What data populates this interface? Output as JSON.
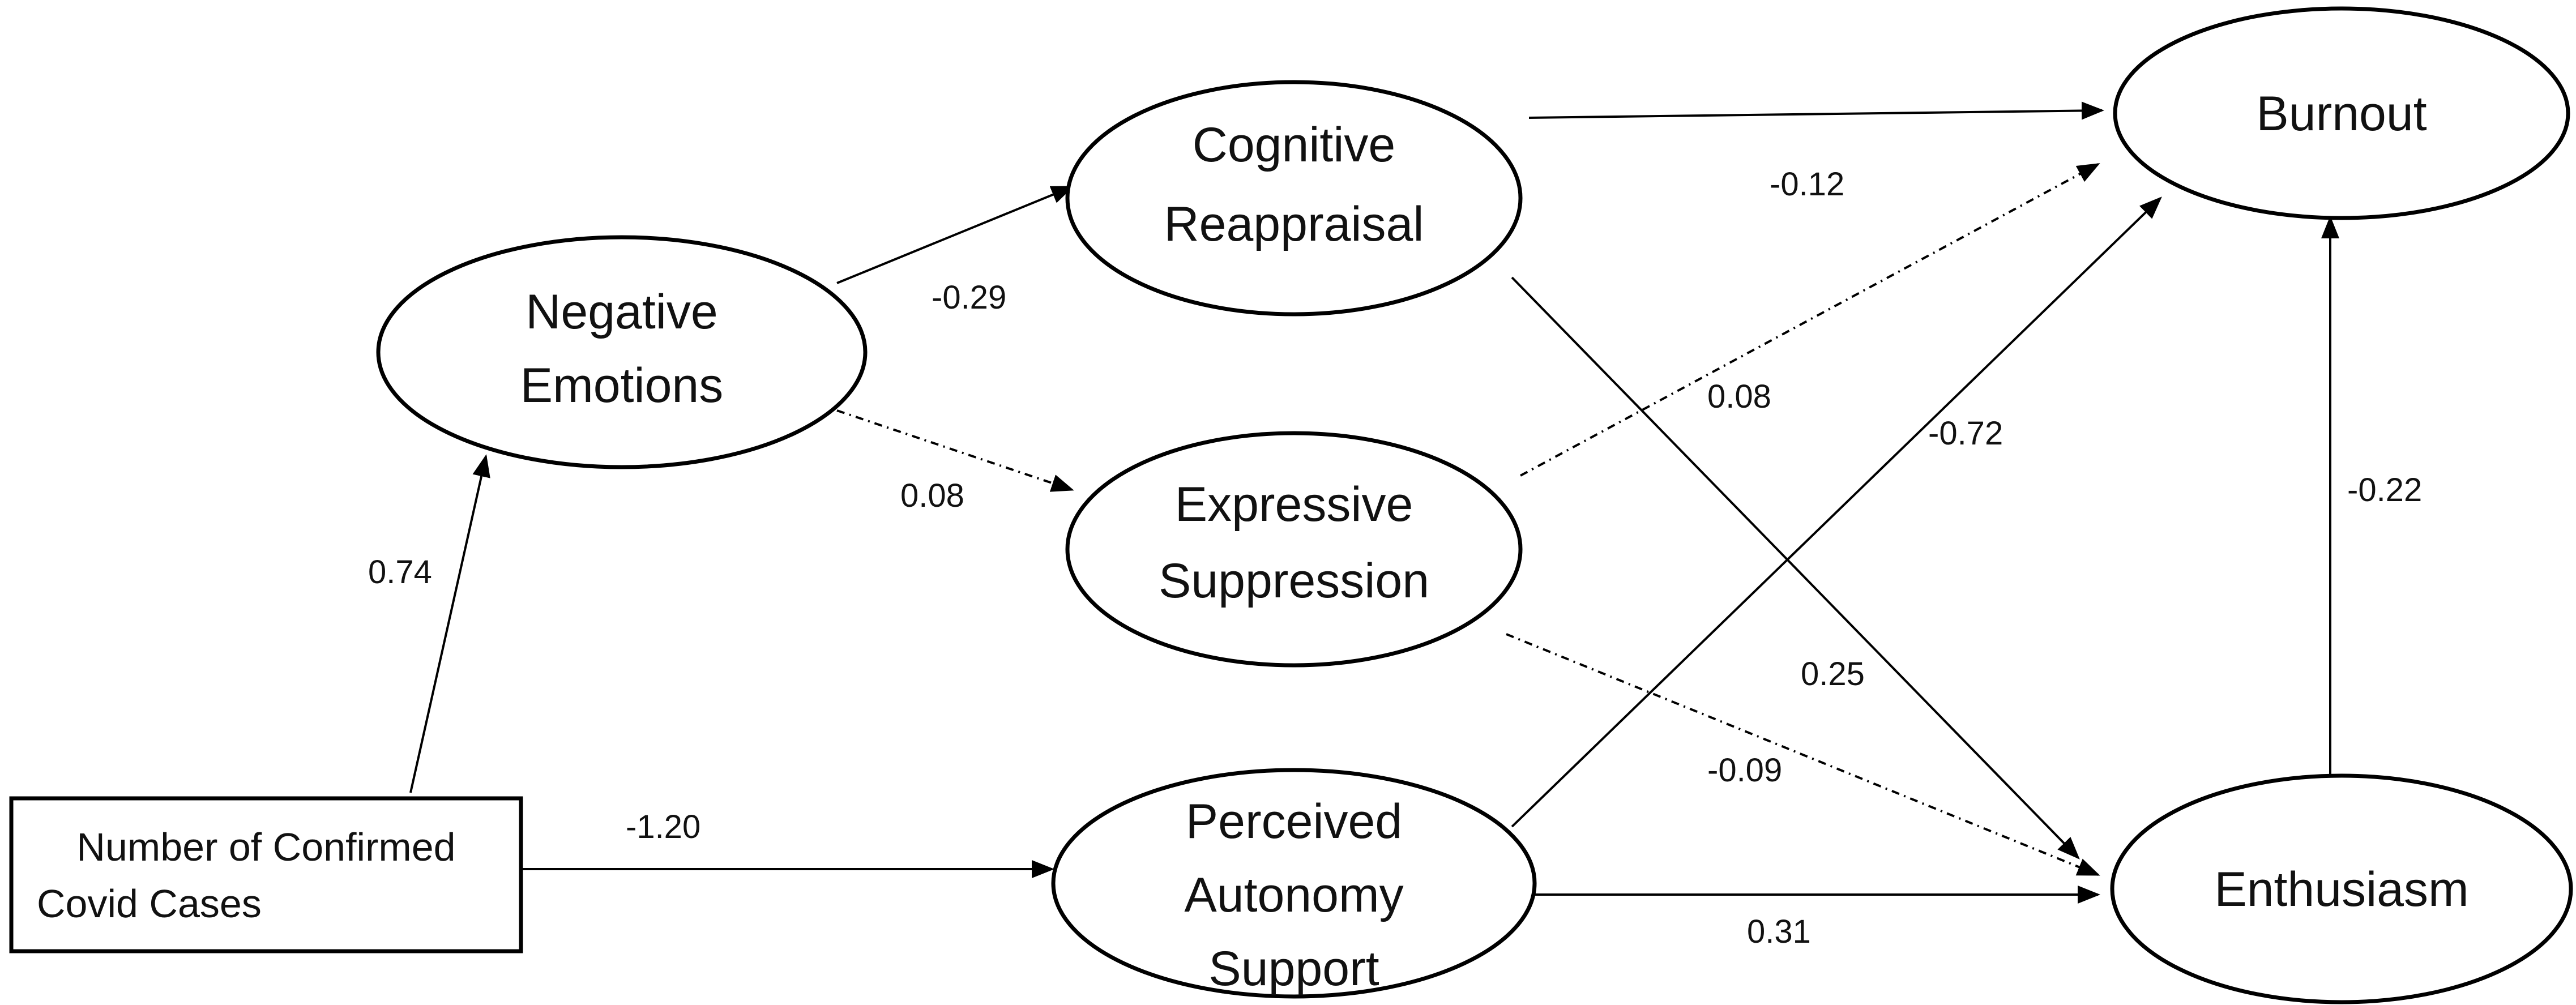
{
  "nodes": {
    "covid_cases": {
      "lines": [
        "Number of Confirmed",
        "Covid Cases"
      ]
    },
    "negative_emotions": {
      "lines": [
        "Negative",
        "Emotions"
      ]
    },
    "cognitive_reappraisal": {
      "lines": [
        "Cognitive",
        "Reappraisal"
      ]
    },
    "expressive_suppression": {
      "lines": [
        "Expressive",
        "Suppression"
      ]
    },
    "perceived_autonomy_support": {
      "lines": [
        "Perceived",
        "Autonomy",
        "Support"
      ]
    },
    "burnout": {
      "lines": [
        "Burnout"
      ]
    },
    "enthusiasm": {
      "lines": [
        "Enthusiasm"
      ]
    }
  },
  "paths": [
    {
      "id": "covid_to_negative",
      "from": "Number of Confirmed Covid Cases",
      "to": "Negative Emotions",
      "coefficient": "0.74",
      "style": "solid"
    },
    {
      "id": "covid_to_autonomy",
      "from": "Number of Confirmed Covid Cases",
      "to": "Perceived Autonomy Support",
      "coefficient": "-1.20",
      "style": "solid"
    },
    {
      "id": "negative_to_reappraisal",
      "from": "Negative Emotions",
      "to": "Cognitive Reappraisal",
      "coefficient": "-0.29",
      "style": "solid"
    },
    {
      "id": "negative_to_suppression",
      "from": "Negative Emotions",
      "to": "Expressive Suppression",
      "coefficient": "0.08",
      "style": "dashed"
    },
    {
      "id": "reappraisal_to_burnout",
      "from": "Cognitive Reappraisal",
      "to": "Burnout",
      "coefficient": "-0.12",
      "style": "solid"
    },
    {
      "id": "reappraisal_to_enthusiasm",
      "from": "Cognitive Reappraisal",
      "to": "Enthusiasm",
      "coefficient": "0.25",
      "style": "solid"
    },
    {
      "id": "suppression_to_burnout",
      "from": "Expressive Suppression",
      "to": "Burnout",
      "coefficient": "0.08",
      "style": "dashed"
    },
    {
      "id": "suppression_to_enthusiasm",
      "from": "Expressive Suppression",
      "to": "Enthusiasm",
      "coefficient": "-0.09",
      "style": "dashed"
    },
    {
      "id": "autonomy_to_burnout",
      "from": "Perceived Autonomy Support",
      "to": "Burnout",
      "coefficient": "-0.72",
      "style": "solid"
    },
    {
      "id": "autonomy_to_enthusiasm",
      "from": "Perceived Autonomy Support",
      "to": "Enthusiasm",
      "coefficient": "0.31",
      "style": "solid"
    },
    {
      "id": "enthusiasm_to_burnout",
      "from": "Enthusiasm",
      "to": "Burnout",
      "coefficient": "-0.22",
      "style": "solid"
    }
  ]
}
